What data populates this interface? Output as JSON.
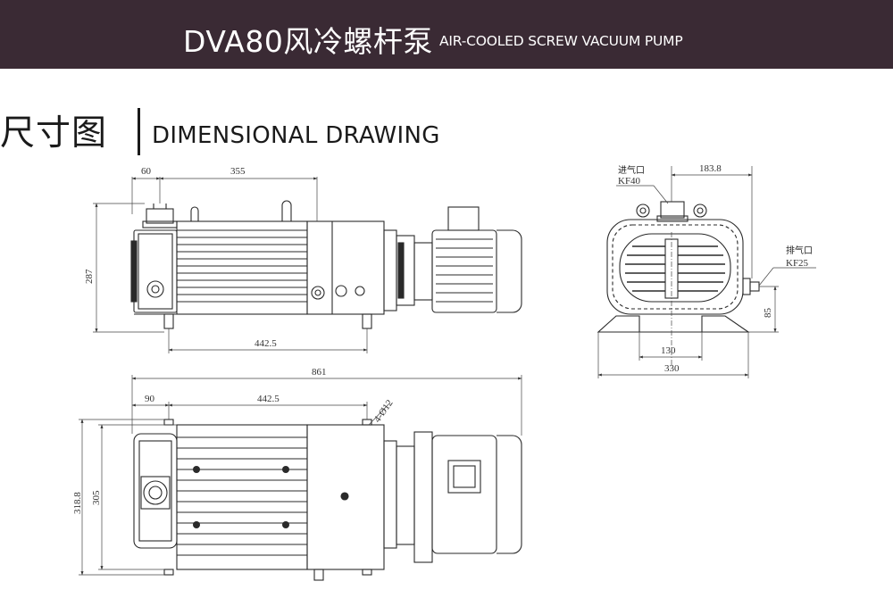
{
  "header": {
    "model_title": "DVA80风冷螺杆泵",
    "model_subtitle": "AIR-COOLED SCREW VACUUM PUMP",
    "background_color": "#3a2a34",
    "text_color": "#ffffff"
  },
  "section": {
    "title_cn": "尺寸图",
    "title_en": "DIMENSIONAL DRAWING"
  },
  "front_view": {
    "dim_top_left": "60",
    "dim_top_main": "355",
    "dim_height": "287",
    "dim_feet": "442.5"
  },
  "side_view": {
    "inlet_label": "进气口",
    "inlet_size": "KF40",
    "dim_offset": "183.8",
    "outlet_label": "排气口",
    "outlet_size": "KF25",
    "dim_outlet_height": "85",
    "dim_feet_spacing": "130",
    "dim_total_width": "330"
  },
  "top_view": {
    "dim_total_length": "861",
    "dim_left": "90",
    "dim_feet": "442.5",
    "dim_hole": "4-Ø12",
    "dim_width_outer": "318.8",
    "dim_width_inner": "305"
  }
}
